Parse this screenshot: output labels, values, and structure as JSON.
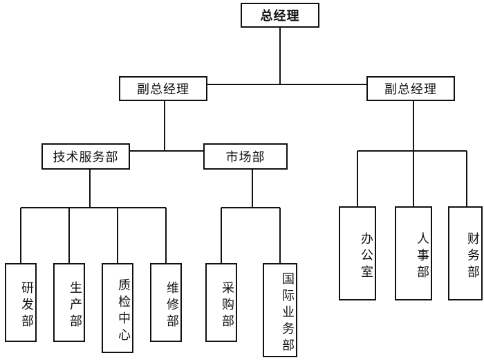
{
  "org_chart": {
    "top": "总经理",
    "deputy_left": "副总经理",
    "deputy_right": "副总经理",
    "tech_service": "技术服务部",
    "market": "市场部",
    "research": "研发部",
    "production": "生产部",
    "qc_center": "质检中心",
    "maintenance": "维修部",
    "purchasing": "采购部",
    "intl_business": "国际业务部",
    "office": "办公室",
    "hr": "人事部",
    "finance": "财务部"
  }
}
